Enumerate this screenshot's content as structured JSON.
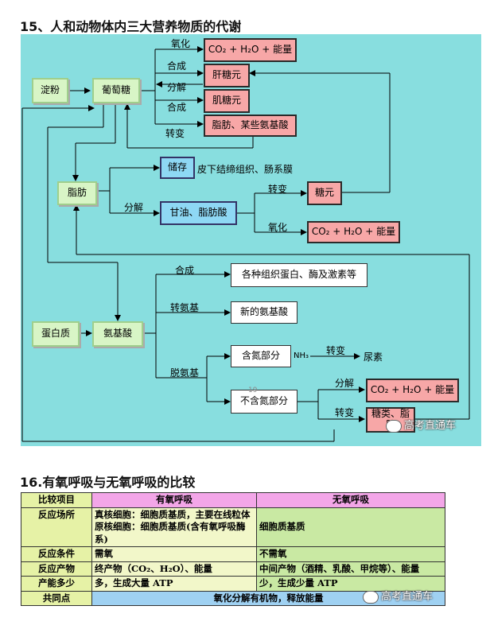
{
  "section15_title": "15、人和动物体内三大营养物质的代谢",
  "section16_title": "16.有氧呼吸与无氧呼吸的比较",
  "diagram": {
    "starch": "淀粉",
    "glucose": "葡萄糖",
    "co2_h2o_energy": "CO₂ + H₂O + 能量",
    "liver_glycogen": "肝糖元",
    "muscle_glycogen": "肌糖元",
    "fat_amino": "脂肪、某些氨基酸",
    "fat": "脂肪",
    "storage": "储存",
    "subcutaneous": "皮下结缔组织、肠系膜",
    "glycerol_fa": "甘油、脂肪酸",
    "glycogen": "糖元",
    "co2_h2o_energy2": "CO₂ + H₂O + 能量",
    "protein": "蛋白质",
    "amino_acid": "氨基酸",
    "tissue_protein": "各种组织蛋白、酶及激素等",
    "new_amino": "新的氨基酸",
    "n_part": "含氮部分",
    "non_n_part": "不含氮部分",
    "urea": "尿素",
    "nh3": "NH₃",
    "co2_h2o_energy3": "CO₂ + H₂O + 能量",
    "sugar_fat": "糖类、脂肪",
    "labels": {
      "oxidize": "氧化",
      "synth": "合成",
      "decomp": "分解",
      "synth2": "合成",
      "transform": "转变",
      "decomp2": "分解",
      "transform2": "转变",
      "oxidize2": "氧化",
      "synth3": "合成",
      "transamination": "转氨基",
      "deamination": "脱氨基",
      "transform3": "转变",
      "decomp3": "分解",
      "transform4": "转变"
    },
    "stray_number": "19"
  },
  "watermark": "高考直通车",
  "table": {
    "header": [
      "比较项目",
      "有氧呼吸",
      "无氧呼吸"
    ],
    "rows": [
      {
        "item": "反应场所",
        "aerobic": [
          "真核细胞：细胞质基质，主要在线粒体",
          "原核细胞：细胞质基质(含有氧呼吸酶系)"
        ],
        "anaerobic": "细胞质基质"
      },
      {
        "item": "反应条件",
        "aerobic": [
          "需氧"
        ],
        "anaerobic": "不需氧"
      },
      {
        "item": "反应产物",
        "aerobic": [
          "终产物（CO₂、H₂O）、能量"
        ],
        "anaerobic": "中间产物（酒精、乳酸、甲烷等）、能量"
      },
      {
        "item": "产能多少",
        "aerobic": [
          "多，生成大量 ATP"
        ],
        "anaerobic": "少，生成少量 ATP"
      },
      {
        "item": "共同点",
        "common": "氧化分解有机物，释放能量"
      }
    ]
  },
  "colors": {
    "panel_bg": "#88dedf",
    "green_box": "#d8f5c6",
    "pink_box": "#f7a7a7",
    "blue_box": "#8ed8f4",
    "table_pink": "#f3a6e8",
    "table_green": "#c9e9a3",
    "table_blue": "#9fd1f2"
  }
}
